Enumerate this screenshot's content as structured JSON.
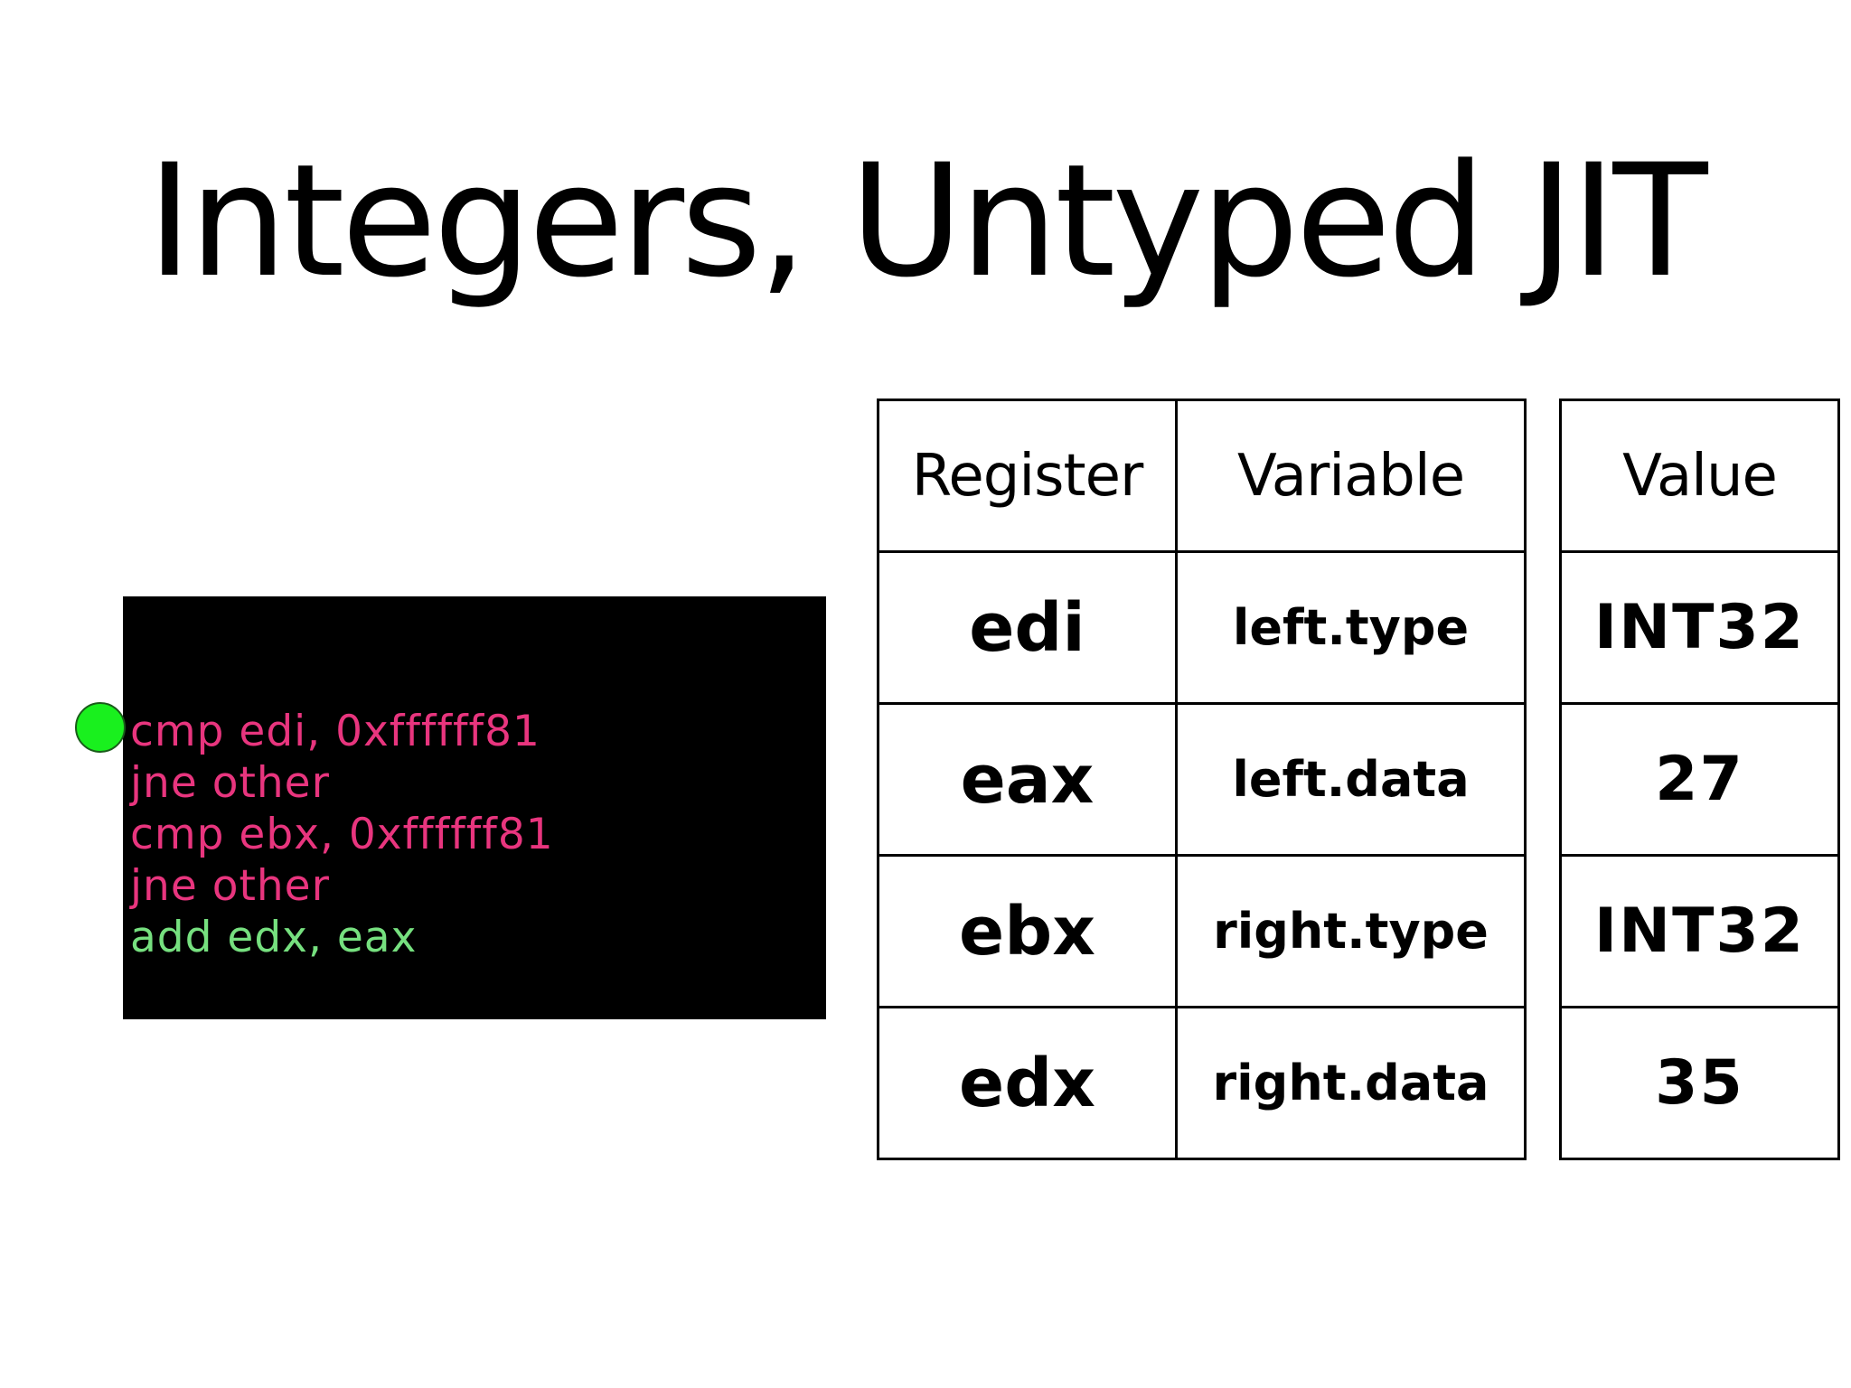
{
  "slide": {
    "title": "Integers, Untyped JIT"
  },
  "code": {
    "lines": [
      {
        "text": "cmp edi, 0xffffff81",
        "color": "#e8357e"
      },
      {
        "text": "jne other",
        "color": "#e8357e"
      },
      {
        "text": "cmp ebx, 0xffffff81",
        "color": "#e8357e"
      },
      {
        "text": "jne other",
        "color": "#e8357e"
      },
      {
        "text": "add edx, eax",
        "color": "#76e07f"
      }
    ],
    "background": "#000000",
    "current_line_marker": {
      "line_index": 0,
      "color": "#19f01e"
    }
  },
  "register_table": {
    "headers": {
      "register": "Register",
      "variable": "Variable"
    },
    "rows": [
      {
        "register": "edi",
        "variable": "left.type"
      },
      {
        "register": "eax",
        "variable": "left.data"
      },
      {
        "register": "ebx",
        "variable": "right.type"
      },
      {
        "register": "edx",
        "variable": "right.data"
      }
    ]
  },
  "value_table": {
    "header": "Value",
    "rows": [
      "INT32",
      "27",
      "INT32",
      "35"
    ]
  }
}
